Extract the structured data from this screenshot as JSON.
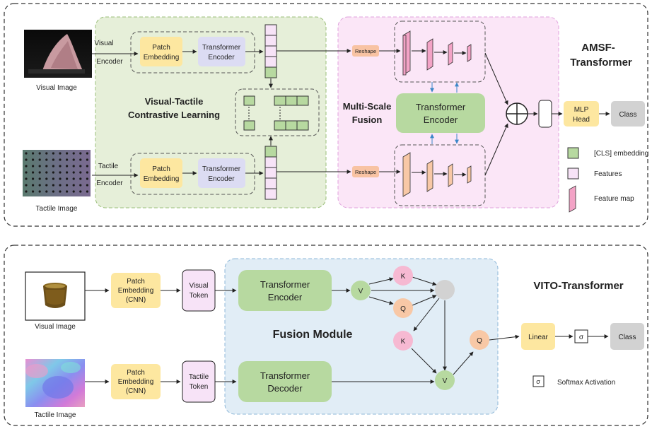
{
  "top": {
    "title_line1": "AMSF-",
    "title_line2": "Transformer",
    "visual_image_label": "Visual Image",
    "tactile_image_label": "Tactile Image",
    "visual_encoder_label_1": "Visual",
    "visual_encoder_label_2": "Encoder",
    "tactile_encoder_label_1": "Tactile",
    "tactile_encoder_label_2": "Encoder",
    "patch_embedding_1": "Patch",
    "patch_embedding_2": "Embedding",
    "transformer_encoder_1": "Transformer",
    "transformer_encoder_2": "Encoder",
    "contrastive_1": "Visual-Tactile",
    "contrastive_2": "Contrastive Learning",
    "multiscale_1": "Multi-Scale",
    "multiscale_2": "Fusion",
    "reshape": "Reshape",
    "fusion_encoder_1": "Transformer",
    "fusion_encoder_2": "Encoder",
    "mlp_head_1": "MLP",
    "mlp_head_2": "Head",
    "class_label": "Class",
    "legend": {
      "cls": "[CLS] embedding",
      "features": "Features",
      "feature_map": "Feature map"
    }
  },
  "bottom": {
    "title": "VITO-Transformer",
    "visual_image_label": "Visual Image",
    "tactile_image_label": "Tactile Image",
    "patch_cnn_1": "Patch",
    "patch_cnn_2": "Embedding",
    "patch_cnn_3": "(CNN)",
    "visual_token_1": "Visual",
    "visual_token_2": "Token",
    "tactile_token_1": "Tactile",
    "tactile_token_2": "Token",
    "encoder_1": "Transformer",
    "encoder_2": "Encoder",
    "decoder_1": "Transformer",
    "decoder_2": "Decoder",
    "fusion_module": "Fusion Module",
    "node_v": "V",
    "node_k": "K",
    "node_q": "Q",
    "linear": "Linear",
    "sigma": "σ",
    "class_label": "Class",
    "softmax_label": "Softmax Activation"
  },
  "colors": {
    "patch_yellow": "#fde7a0",
    "encoder_lavender": "#dcdcf3",
    "green_panel": "#e6efd9",
    "pink_panel": "#fbe6f7",
    "blue_panel": "#e1edf6",
    "green_box": "#b7d9a0",
    "token_pink": "#f7e3f7",
    "reshape_orange": "#f8c3a3",
    "node_pink": "#f6b9d2",
    "node_orange": "#f8c8a6",
    "gray": "#d2d2d2",
    "arrow_blue": "#3a86c8"
  }
}
